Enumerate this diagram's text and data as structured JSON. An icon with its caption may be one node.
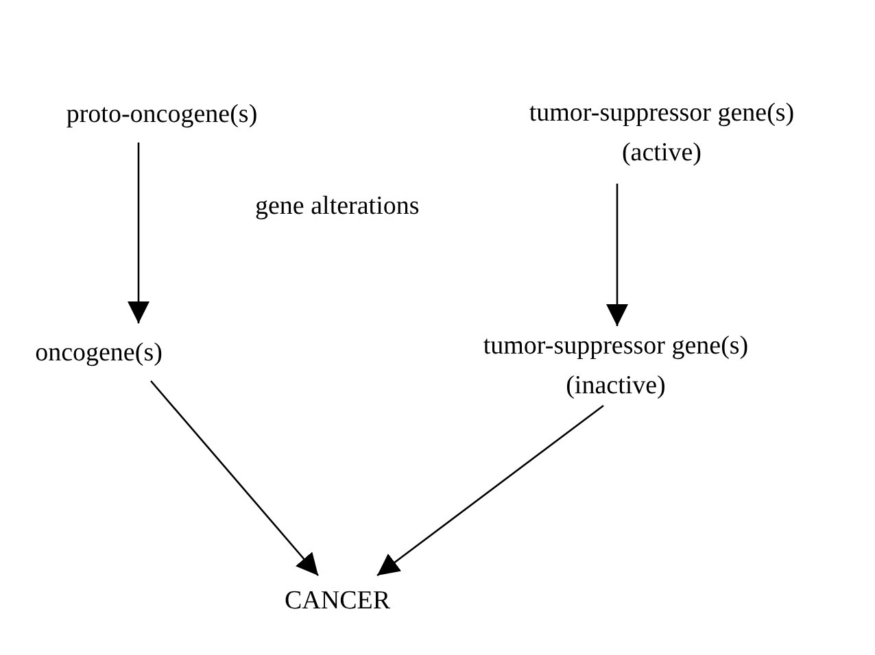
{
  "diagram": {
    "nodes": [
      {
        "text": [
          "proto-oncogene(s)"
        ]
      },
      {
        "text": [
          "tumor-suppressor gene(s) (active)"
        ]
      },
      {
        "text": [
          "oncogene(s)"
        ]
      },
      {
        "text": [
          "tumor-suppressor gene(s) (inactive)"
        ]
      },
      {
        "text": [
          "CANCER"
        ]
      }
    ],
    "edges": [
      {
        "from": 0,
        "to": 2,
        "arrow": "to"
      },
      {
        "from": 1,
        "to": 3,
        "arrow": "to"
      },
      {
        "from": 2,
        "to": 4,
        "arrow": "to"
      },
      {
        "from": 3,
        "to": 4,
        "arrow": "to"
      }
    ],
    "labels": [
      "gene alterations"
    ]
  }
}
